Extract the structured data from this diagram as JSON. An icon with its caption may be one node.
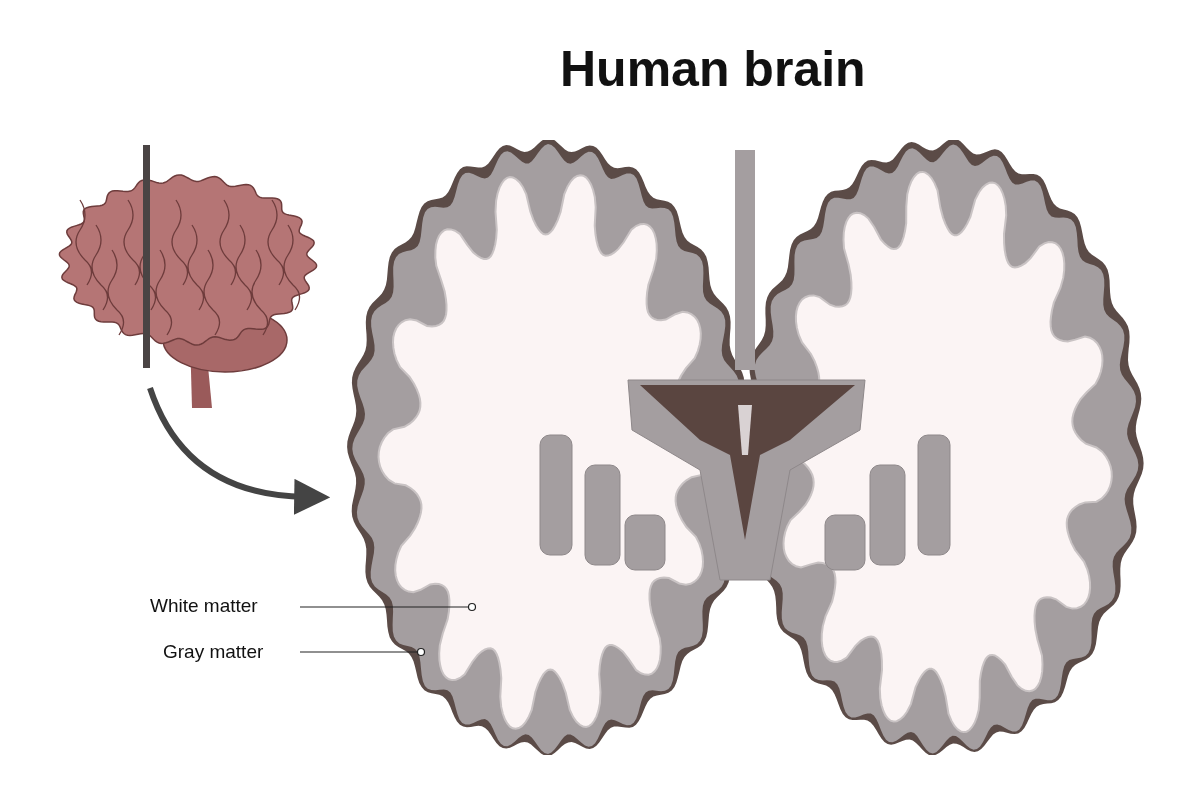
{
  "diagram": {
    "title": "Human brain",
    "nodes": [
      {
        "text": [],
        "shape": "picture"
      },
      {
        "text": [],
        "shape": "picture"
      },
      {
        "text": [
          "White matter"
        ]
      },
      {
        "text": [
          "Gray matter"
        ]
      }
    ],
    "edges": [
      {
        "from": 0,
        "to": 1,
        "arrow": "to",
        "style": "thick"
      },
      {
        "from": 2,
        "to": 1,
        "arrow": "other"
      },
      {
        "from": 3,
        "to": 1,
        "arrow": "other"
      }
    ]
  }
}
